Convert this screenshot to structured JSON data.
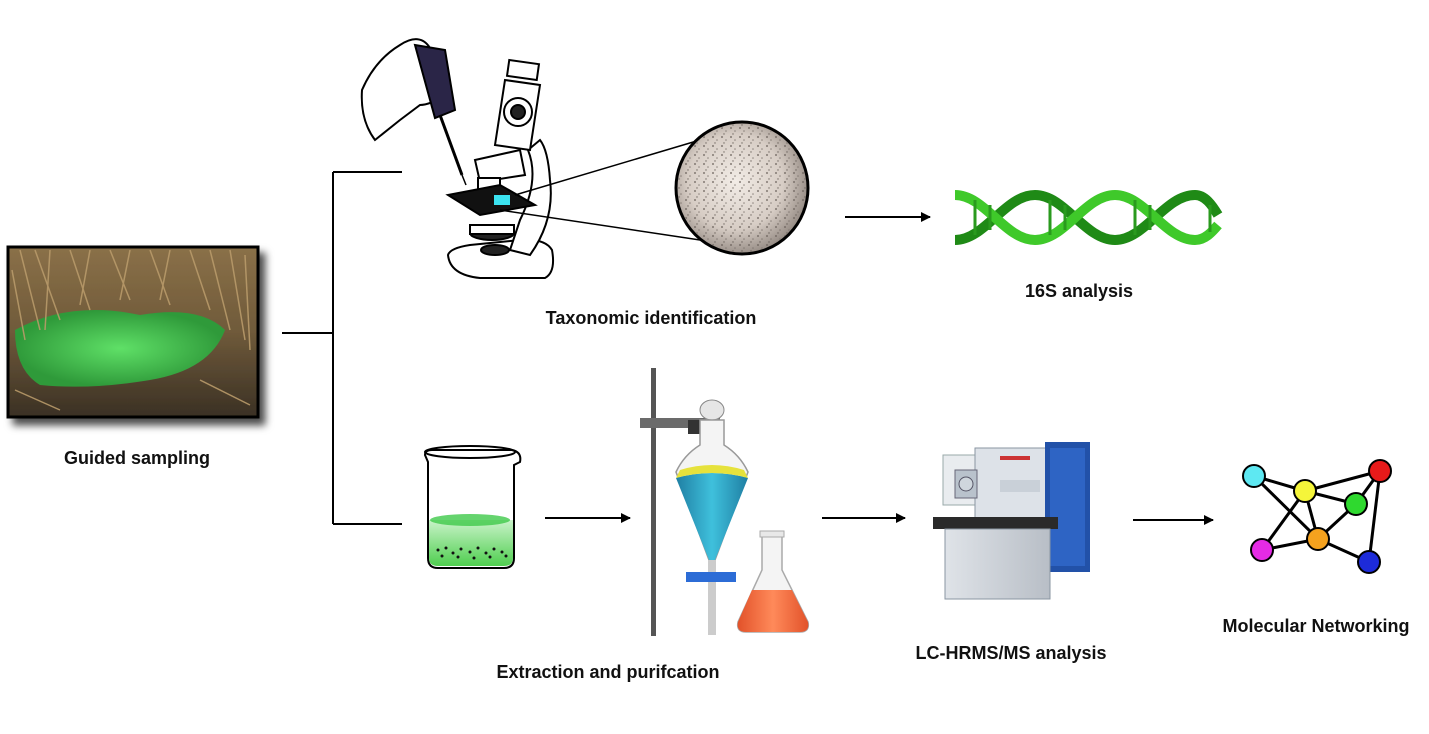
{
  "labels": {
    "guided_sampling": "Guided sampling",
    "taxonomic_identification": "Taxonomic identification",
    "analysis_16s": "16S analysis",
    "extraction_purification": "Extraction and purifcation",
    "lc_hrms": "LC-HRMS/MS analysis",
    "molecular_networking": "Molecular Networking"
  },
  "network_colors": [
    "#5ee8f2",
    "#f5f53a",
    "#2fd92f",
    "#e81a1a",
    "#e52be5",
    "#f5a21e",
    "#1d2bd9"
  ],
  "colors": {
    "dna_green": "#2fa81c",
    "culture_green": "#4fce4f",
    "solvent_blue": "#2aa3c8",
    "flask_orange": "#f06a3c"
  }
}
